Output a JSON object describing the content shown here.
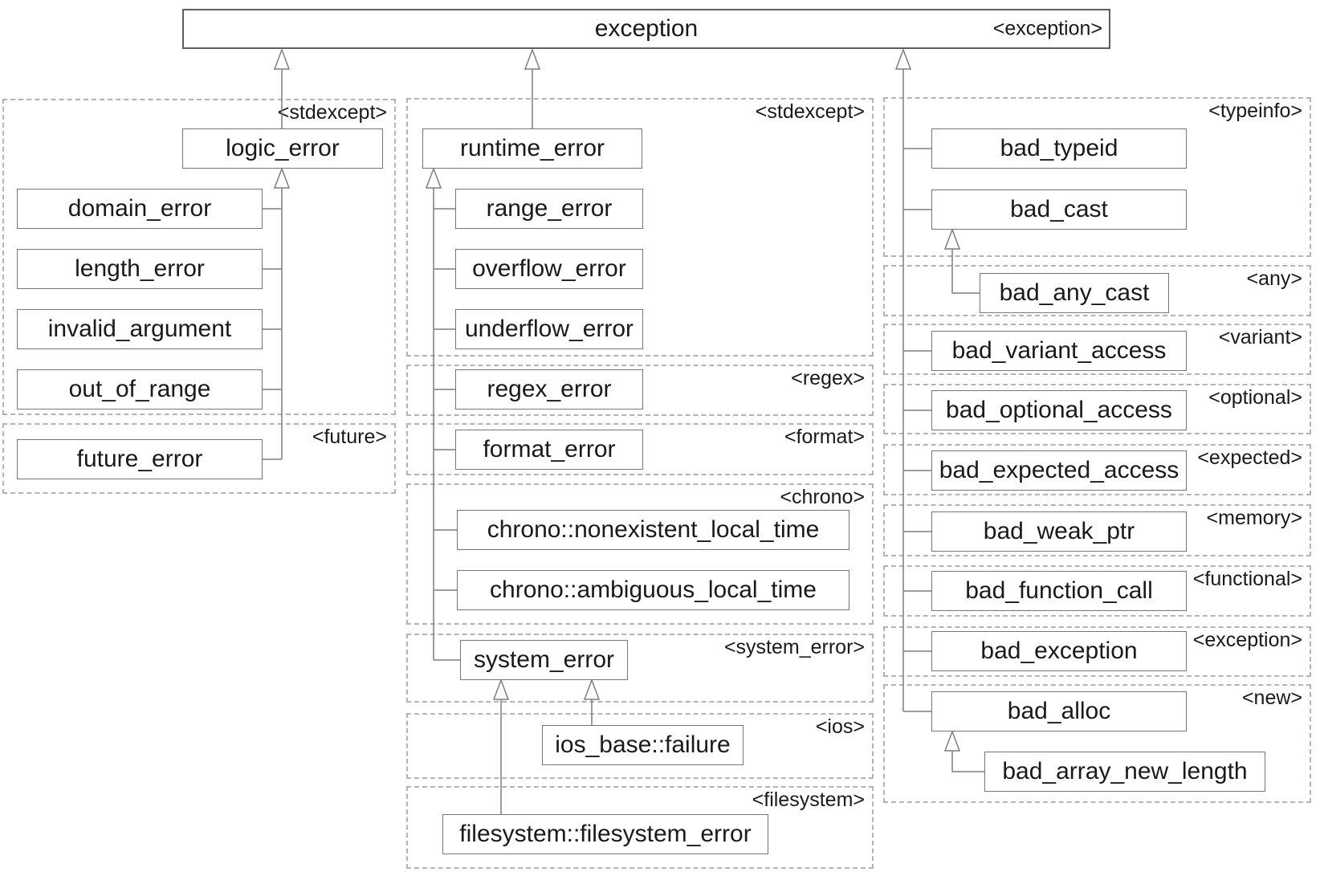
{
  "colors": {
    "background": "#ffffff",
    "box_border": "#767676",
    "root_box_border": "#5e5e5e",
    "group_border": "#b4b4b4",
    "connector_line": "#7f7f7f",
    "text": "#1a1a1a"
  },
  "nodes": {
    "exception": "exception",
    "logic_error": "logic_error",
    "domain_error": "domain_error",
    "length_error": "length_error",
    "invalid_argument": "invalid_argument",
    "out_of_range": "out_of_range",
    "future_error": "future_error",
    "runtime_error": "runtime_error",
    "range_error": "range_error",
    "overflow_error": "overflow_error",
    "underflow_error": "underflow_error",
    "regex_error": "regex_error",
    "format_error": "format_error",
    "chrono_nonexistent_local_time": "chrono::nonexistent_local_time",
    "chrono_ambiguous_local_time": "chrono::ambiguous_local_time",
    "system_error": "system_error",
    "ios_base_failure": "ios_base::failure",
    "filesystem_filesystem_error": "filesystem::filesystem_error",
    "bad_typeid": "bad_typeid",
    "bad_cast": "bad_cast",
    "bad_any_cast": "bad_any_cast",
    "bad_variant_access": "bad_variant_access",
    "bad_optional_access": "bad_optional_access",
    "bad_expected_access": "bad_expected_access",
    "bad_weak_ptr": "bad_weak_ptr",
    "bad_function_call": "bad_function_call",
    "bad_exception": "bad_exception",
    "bad_alloc": "bad_alloc",
    "bad_array_new_length": "bad_array_new_length"
  },
  "headers": {
    "exception_root": "<exception>",
    "stdexcept_left": "<stdexcept>",
    "future": "<future>",
    "stdexcept_mid": "<stdexcept>",
    "regex": "<regex>",
    "format": "<format>",
    "chrono": "<chrono>",
    "system_error": "<system_error>",
    "ios": "<ios>",
    "filesystem": "<filesystem>",
    "typeinfo": "<typeinfo>",
    "any": "<any>",
    "variant": "<variant>",
    "optional": "<optional>",
    "expected": "<expected>",
    "memory": "<memory>",
    "functional": "<functional>",
    "exception_right": "<exception>",
    "new": "<new>"
  },
  "edges": [
    {
      "parent": "exception",
      "child": "logic_error"
    },
    {
      "parent": "exception",
      "child": "runtime_error"
    },
    {
      "parent": "exception",
      "child": "bad_typeid"
    },
    {
      "parent": "exception",
      "child": "bad_cast"
    },
    {
      "parent": "exception",
      "child": "bad_variant_access"
    },
    {
      "parent": "exception",
      "child": "bad_optional_access"
    },
    {
      "parent": "exception",
      "child": "bad_expected_access"
    },
    {
      "parent": "exception",
      "child": "bad_weak_ptr"
    },
    {
      "parent": "exception",
      "child": "bad_function_call"
    },
    {
      "parent": "exception",
      "child": "bad_exception"
    },
    {
      "parent": "exception",
      "child": "bad_alloc"
    },
    {
      "parent": "logic_error",
      "child": "domain_error"
    },
    {
      "parent": "logic_error",
      "child": "length_error"
    },
    {
      "parent": "logic_error",
      "child": "invalid_argument"
    },
    {
      "parent": "logic_error",
      "child": "out_of_range"
    },
    {
      "parent": "logic_error",
      "child": "future_error"
    },
    {
      "parent": "runtime_error",
      "child": "range_error"
    },
    {
      "parent": "runtime_error",
      "child": "overflow_error"
    },
    {
      "parent": "runtime_error",
      "child": "underflow_error"
    },
    {
      "parent": "runtime_error",
      "child": "regex_error"
    },
    {
      "parent": "runtime_error",
      "child": "format_error"
    },
    {
      "parent": "runtime_error",
      "child": "chrono_nonexistent_local_time"
    },
    {
      "parent": "runtime_error",
      "child": "chrono_ambiguous_local_time"
    },
    {
      "parent": "runtime_error",
      "child": "system_error"
    },
    {
      "parent": "system_error",
      "child": "ios_base_failure"
    },
    {
      "parent": "system_error",
      "child": "filesystem_filesystem_error"
    },
    {
      "parent": "bad_cast",
      "child": "bad_any_cast"
    },
    {
      "parent": "bad_alloc",
      "child": "bad_array_new_length"
    }
  ]
}
